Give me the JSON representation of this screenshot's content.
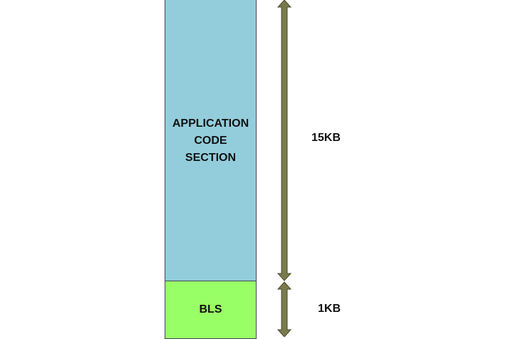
{
  "sections": [
    {
      "label": "APPLICATION\nCODE\nSECTION",
      "size": "15KB",
      "color": "#93cddb"
    },
    {
      "label": "BLS",
      "size": "1KB",
      "color": "#99ff66"
    }
  ],
  "arrow_color": "#7a7a4c"
}
